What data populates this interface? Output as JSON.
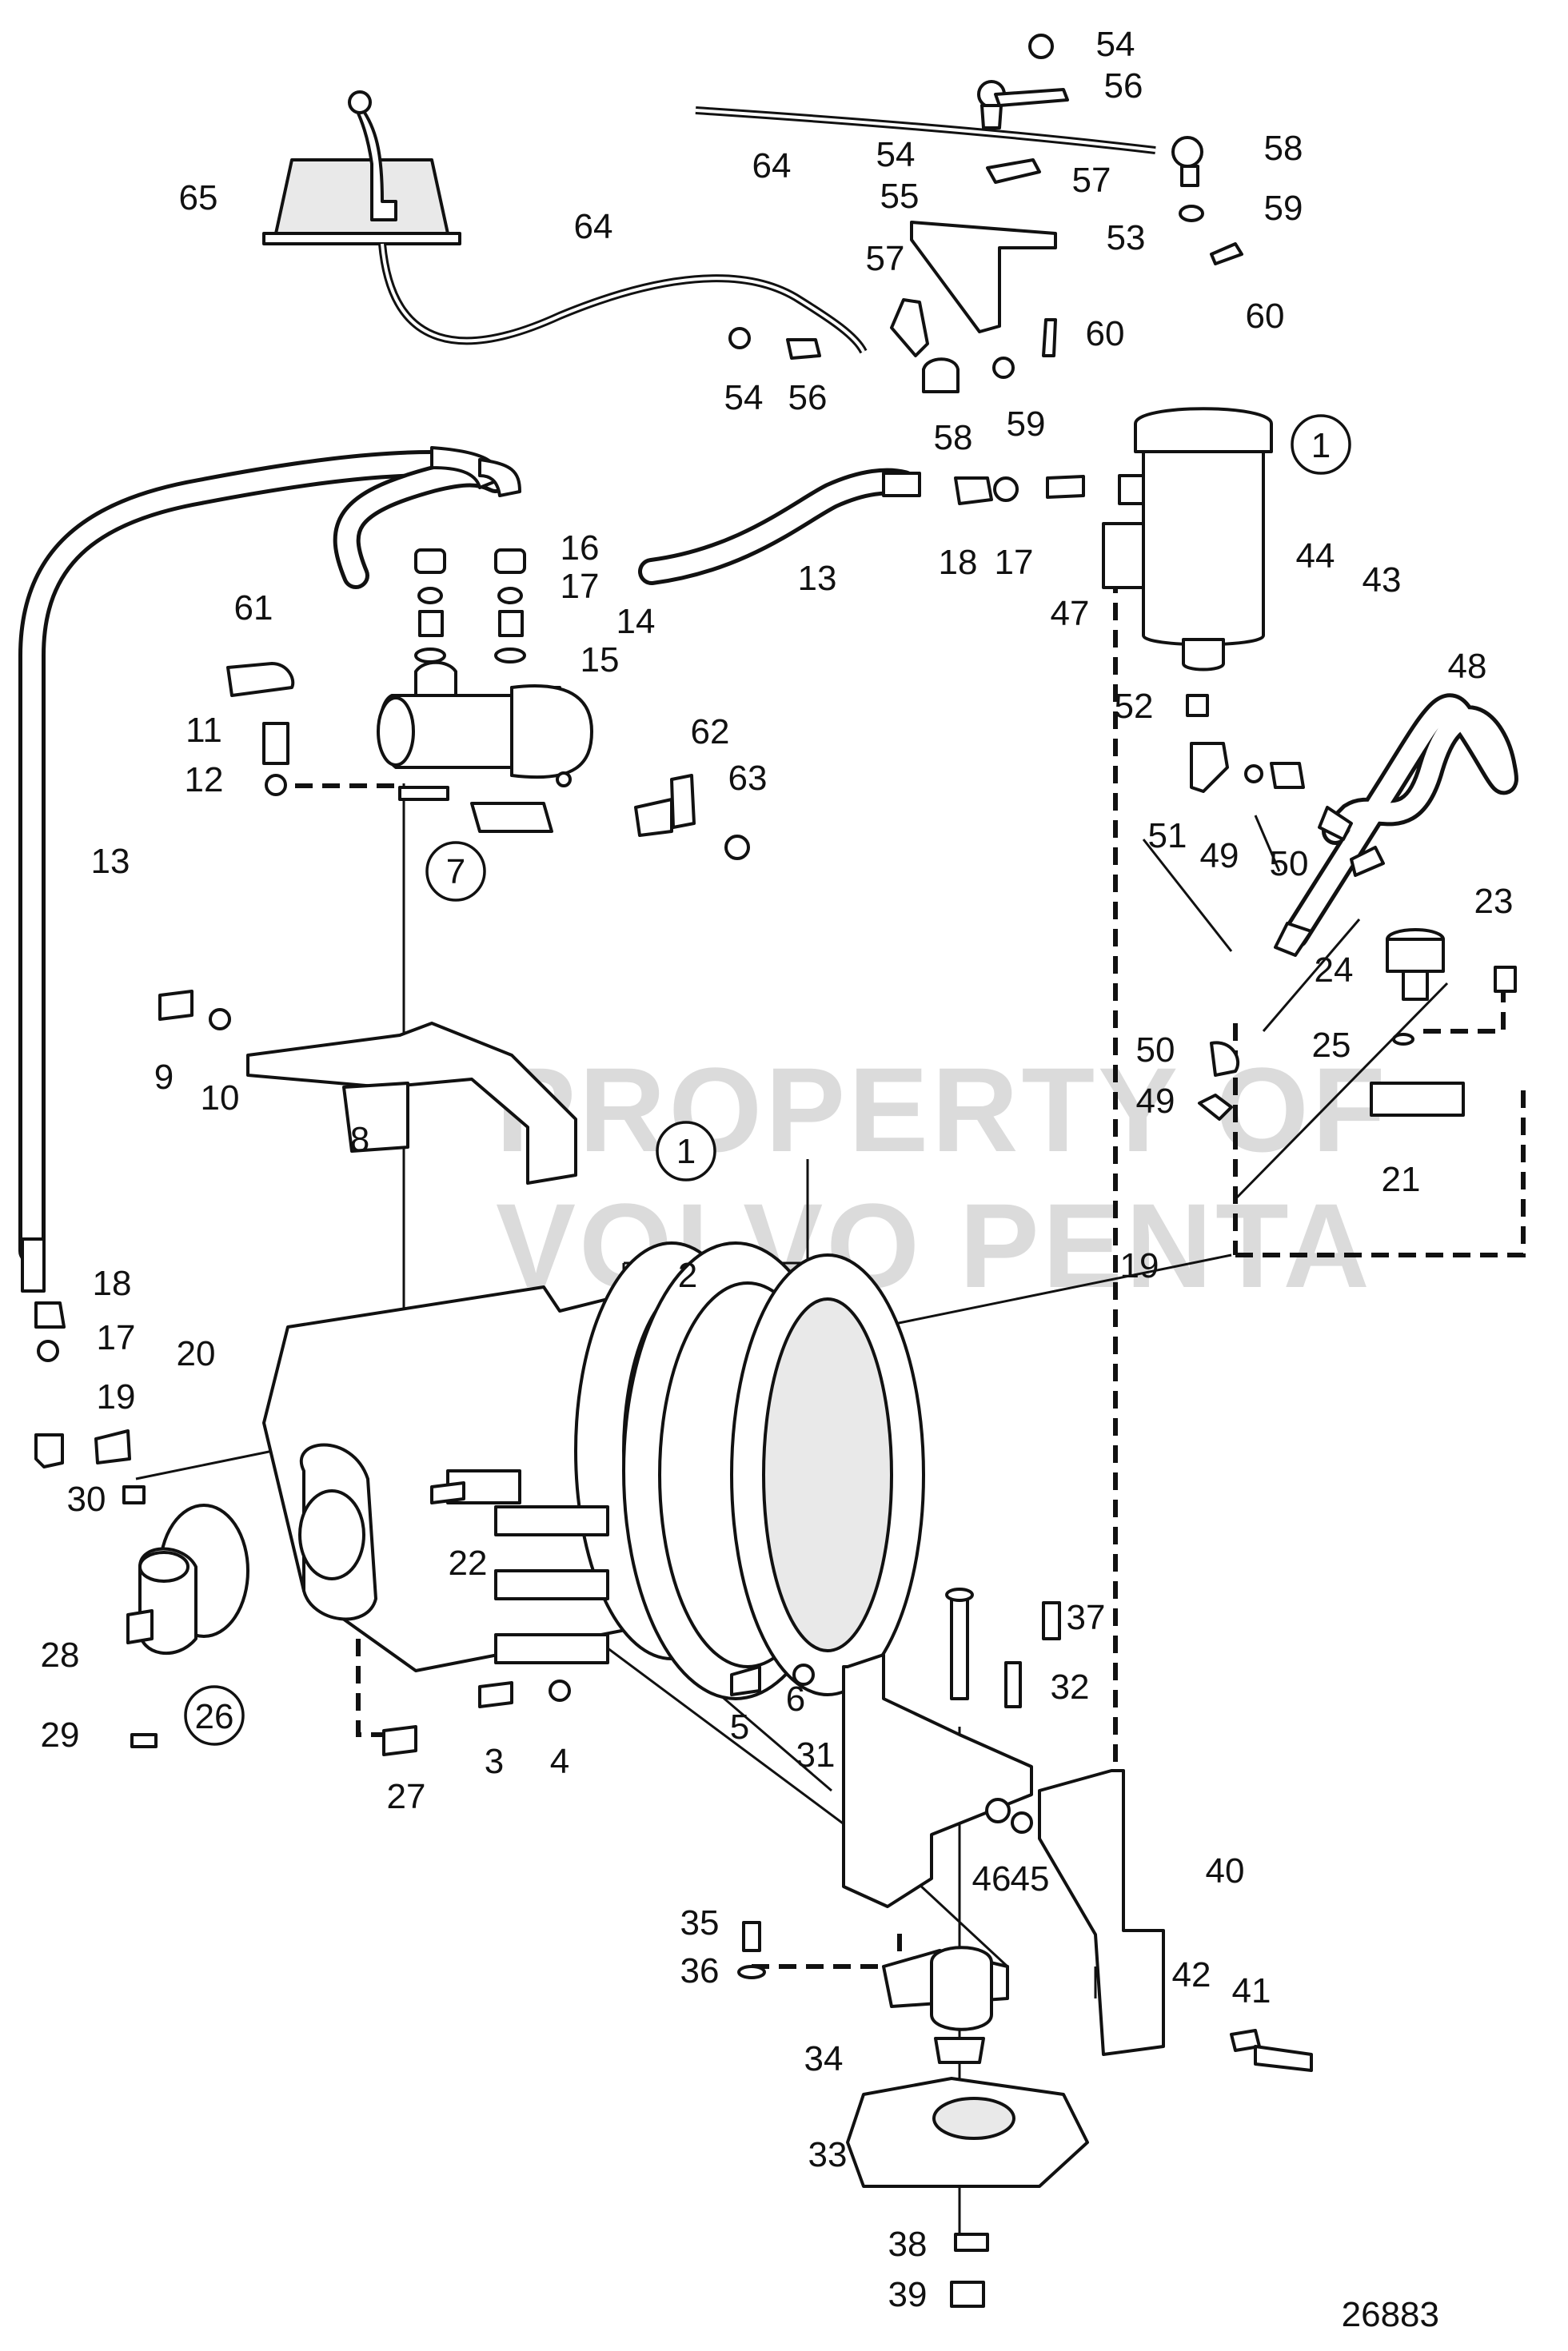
{
  "diagram_number": "26883",
  "watermark": [
    "PROPERTY OF",
    "VOLVO PENTA"
  ],
  "callouts": [
    "1",
    "1",
    "2",
    "3",
    "4",
    "5",
    "6",
    "7",
    "8",
    "9",
    "10",
    "11",
    "12",
    "13",
    "13",
    "14",
    "15",
    "16",
    "17",
    "17",
    "17",
    "18",
    "18",
    "19",
    "19",
    "20",
    "21",
    "22",
    "23",
    "24",
    "25",
    "26",
    "27",
    "28",
    "29",
    "30",
    "31",
    "32",
    "33",
    "34",
    "35",
    "36",
    "37",
    "38",
    "39",
    "40",
    "41",
    "42",
    "43",
    "44",
    "45",
    "46",
    "47",
    "48",
    "49",
    "49",
    "50",
    "50",
    "51",
    "52",
    "53",
    "54",
    "54",
    "54",
    "55",
    "56",
    "56",
    "57",
    "57",
    "58",
    "58",
    "59",
    "59",
    "60",
    "60",
    "61",
    "62",
    "63",
    "64",
    "64",
    "65"
  ],
  "circled_callouts": [
    "1",
    "1",
    "7",
    "26"
  ]
}
